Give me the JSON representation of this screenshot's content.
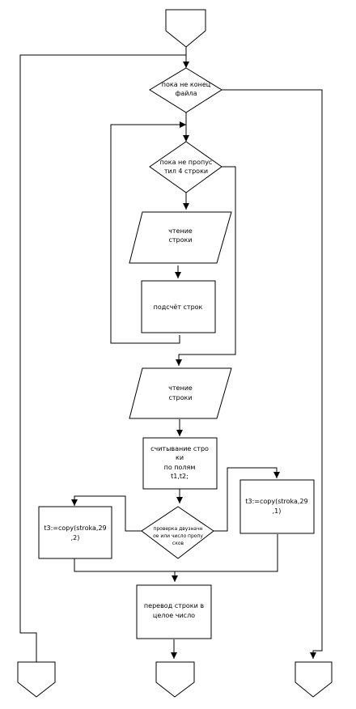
{
  "flowchart": {
    "loop_not_eof": [
      "пока не конец",
      "файла"
    ],
    "loop_skip_4": [
      "пока не пропус",
      "тил 4 строки"
    ],
    "read_line_1": [
      "чтение",
      "строки"
    ],
    "count_lines": [
      "подсчёт строк"
    ],
    "read_line_2": [
      "чтение",
      "строки"
    ],
    "read_fields": [
      "считывание  стро",
      "ки",
      "по полям",
      "t1,t2;"
    ],
    "check_decision": [
      "проверка двузначн",
      "ое или число пропу",
      "сков"
    ],
    "assign_left": [
      "t3:=copy(stroka,29",
      ",2)"
    ],
    "assign_right": [
      "t3:=copy(stroka,29",
      ",1)"
    ],
    "convert": [
      "перевод строки в",
      "целое число"
    ]
  }
}
